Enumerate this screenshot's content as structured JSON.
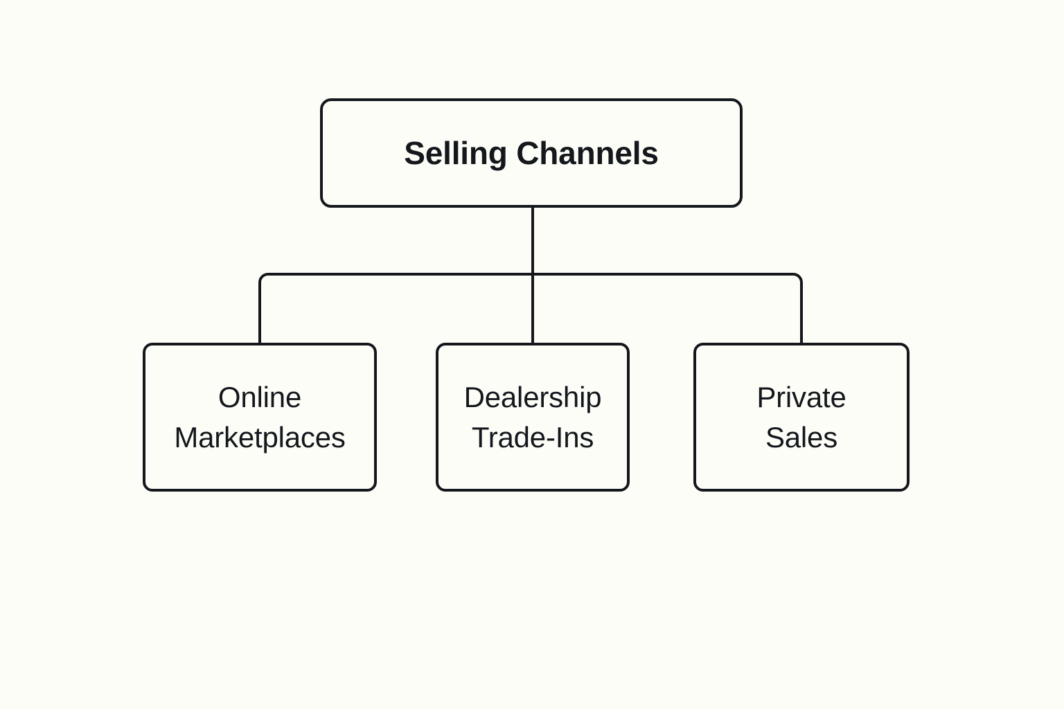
{
  "diagram": {
    "type": "tree",
    "title": "Selling Channels",
    "background_color": "#FDFDF8",
    "stroke_color": "#14181C",
    "root": {
      "label": "Selling Channels"
    },
    "children": [
      {
        "label": "Online\nMarketplaces"
      },
      {
        "label": "Dealership\nTrade-Ins"
      },
      {
        "label": "Private\nSales"
      }
    ]
  }
}
